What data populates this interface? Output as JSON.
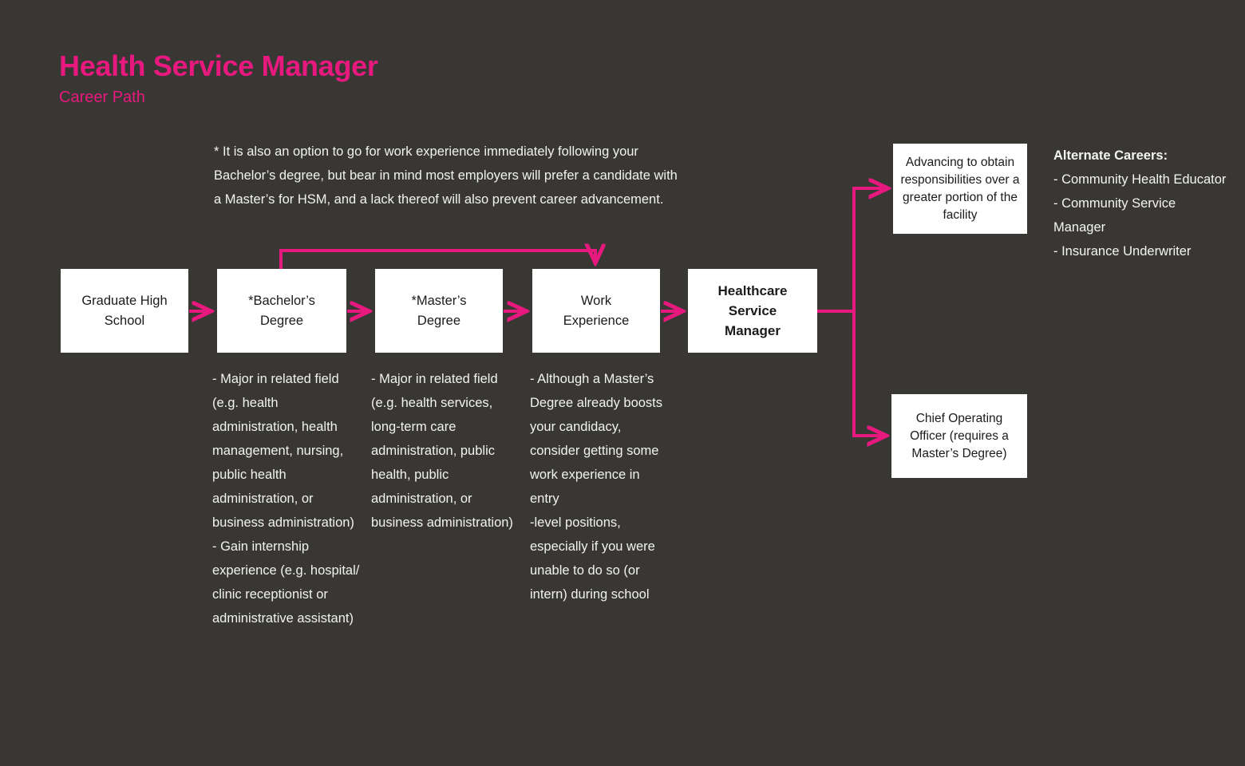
{
  "header": {
    "title": "Health Service Manager",
    "subtitle": "Career Path",
    "accent_color": "#E8197E",
    "background_color": "#383734"
  },
  "footnote": {
    "text": "* It is also an option to go for work experience immediately following your Bachelor’s degree, but bear in mind most employers will prefer a candidate with a Master’s for HSM, and  a lack thereof will also prevent career advancement."
  },
  "flow": {
    "nodes": [
      {
        "id": "graduate-high-school",
        "label": "Graduate High\nSchool"
      },
      {
        "id": "bachelors-degree",
        "label": "*Bachelor’s\nDegree"
      },
      {
        "id": "masters-degree",
        "label": "*Master’s\nDegree"
      },
      {
        "id": "work-experience",
        "label": "Work\nExperience"
      },
      {
        "id": "healthcare-service-manager",
        "label": "Healthcare\nService\nManager"
      },
      {
        "id": "advancing-responsibilities",
        "label": "Advancing to obtain responsibilities over a greater portion of the facility"
      },
      {
        "id": "chief-operating-officer",
        "label": "Chief Operating Officer (requires a Master’s Degree)"
      }
    ],
    "connector_color": "#E8197E"
  },
  "details": {
    "bachelor": "- Major in related field (e.g. health administration, health management, nursing, public health administration, or business administration)\n- Gain internship experience (e.g. hospital/ clinic receptionist or administrative assistant)",
    "master": "- Major in related field (e.g. health services, long-term care administration, public health, public administration, or business administration)",
    "work": "- Although a Master’s Degree already boosts your candidacy, consider getting some work experience in entry\n-level positions, especially if you were unable to do so (or intern) during school"
  },
  "alternate_careers": {
    "heading": "Alternate Careers:",
    "items": [
      "- Community Health Educator",
      "- Community Service Manager",
      "- Insurance Underwriter"
    ]
  }
}
